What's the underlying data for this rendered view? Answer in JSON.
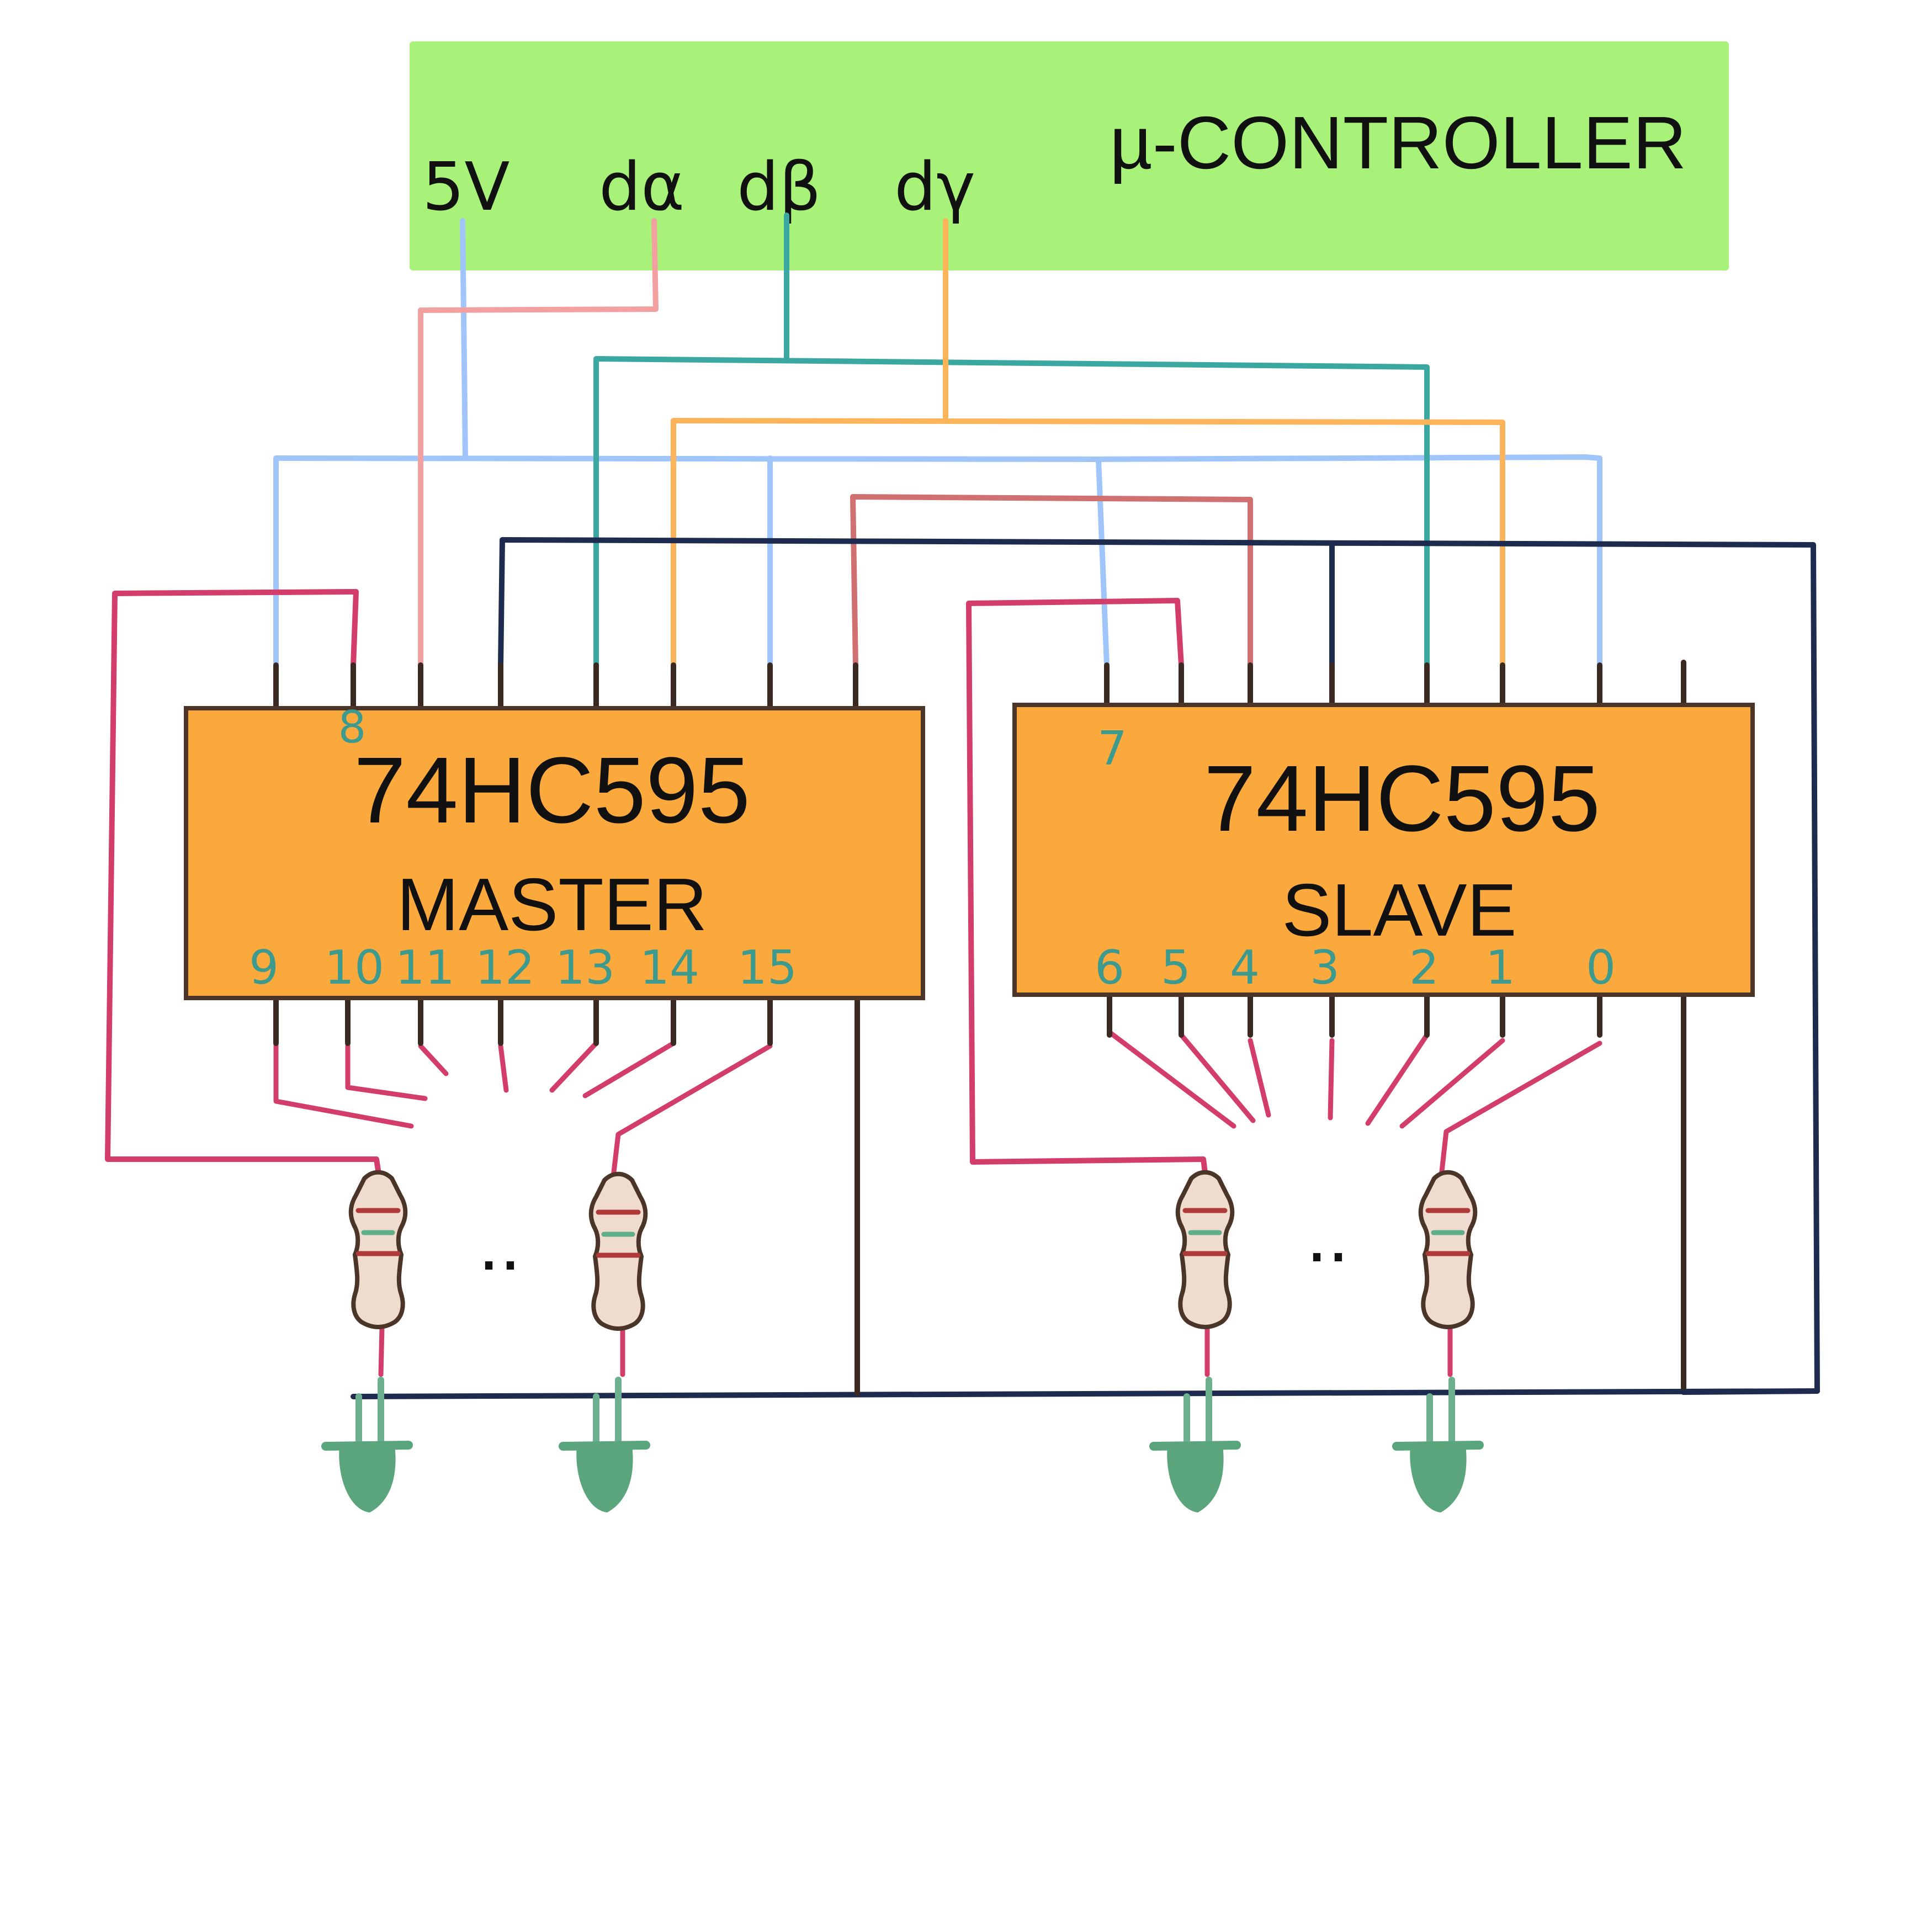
{
  "controller": {
    "title": "µ-CONTROLLER",
    "pins": {
      "v5": "5V",
      "da": "dα",
      "db": "dβ",
      "dg": "dγ"
    },
    "fill": "#a9f27a"
  },
  "master": {
    "part": "74HC595",
    "role": "MASTER",
    "top_pin_label": "8",
    "output_labels": [
      "9",
      "10",
      "11",
      "12",
      "13",
      "14",
      "15"
    ]
  },
  "slave": {
    "part": "74HC595",
    "role": "SLAVE",
    "top_pin_label": "7",
    "output_labels": [
      "6",
      "5",
      "4",
      "3",
      "2",
      "1",
      "0"
    ]
  },
  "ellipsis": "..",
  "colors": {
    "chip_fill": "#fba83c",
    "chip_stroke": "#4a3528",
    "vcc": "#9fc5fb",
    "data_a": "#f2a0a0",
    "data_b": "#3aa8a0",
    "data_g": "#fbb45a",
    "cascade": "#d07070",
    "gnd": "#1d2b4f",
    "led_wire": "#d23d6a",
    "pin_label": "#3c9a8e",
    "resistor_body": "#f0dccf",
    "resistor_band_red": "#b03a3a",
    "resistor_band_green": "#5fb089",
    "led": "#5aa57b",
    "led_leg": "#6cb08f"
  }
}
